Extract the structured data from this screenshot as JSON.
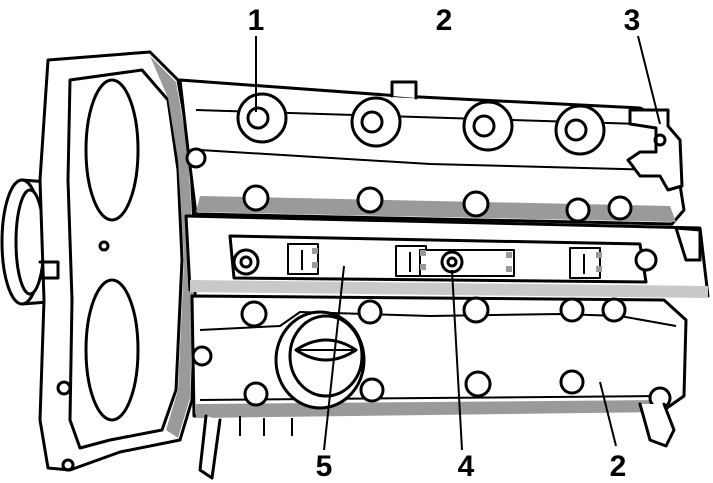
{
  "callouts": [
    {
      "id": "c1",
      "label": "1"
    },
    {
      "id": "c2a",
      "label": "2"
    },
    {
      "id": "c3",
      "label": "3"
    },
    {
      "id": "c5",
      "label": "5"
    },
    {
      "id": "c4",
      "label": "4"
    },
    {
      "id": "c2b",
      "label": "2"
    }
  ],
  "colors": {
    "ink": "#000000",
    "shade": "#9a9a9a",
    "paper": "#ffffff"
  }
}
